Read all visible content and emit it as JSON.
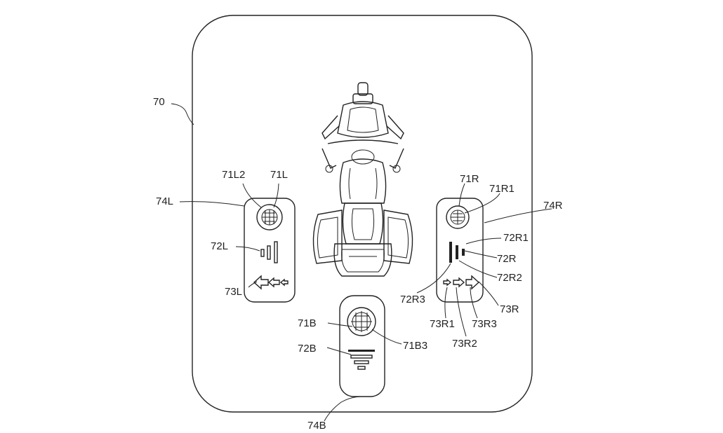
{
  "colors": {
    "line": "#222222",
    "background": "#ffffff"
  },
  "labels": {
    "ref_70": "70",
    "ref_74L": "74L",
    "ref_71L2": "71L2",
    "ref_71L": "71L",
    "ref_72L": "72L",
    "ref_73L": "73L",
    "ref_71R": "71R",
    "ref_71R1": "71R1",
    "ref_74R": "74R",
    "ref_72R1": "72R1",
    "ref_72R": "72R",
    "ref_72R2": "72R2",
    "ref_72R3": "72R3",
    "ref_73R": "73R",
    "ref_73R1": "73R1",
    "ref_73R3": "73R3",
    "ref_73R2": "73R2",
    "ref_71B": "71B",
    "ref_71B3": "71B3",
    "ref_72B": "72B",
    "ref_74B": "74B"
  },
  "icons": {
    "vehicle": "motorcycle-top-view-icon",
    "target": "crosshair-target-icon",
    "bars": "level-bars-icon",
    "arrows": "direction-arrows-icon"
  }
}
